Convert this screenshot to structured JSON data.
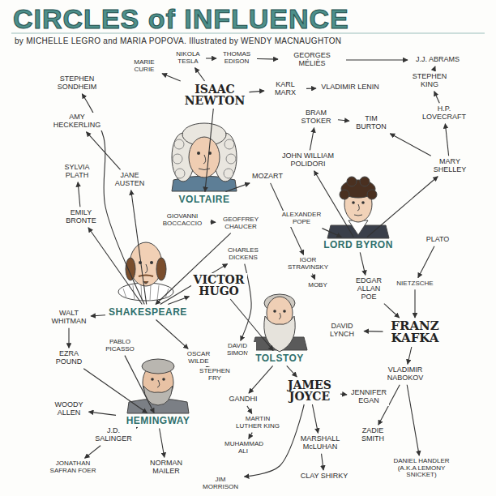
{
  "diagram": {
    "title": "CIRCLES of INFLUENCE",
    "nodes": [
      {
        "text": [
          "STEPHEN SONDHEIM"
        ]
      },
      {
        "text": [
          "MARIE CURIE"
        ]
      },
      {
        "text": [
          "NIKOLA TESLA"
        ]
      },
      {
        "text": [
          "THOMAS EDISON"
        ]
      },
      {
        "text": [
          "GEORGES MÉLIÈS"
        ]
      },
      {
        "text": [
          "J.J. ABRAMS"
        ]
      },
      {
        "text": [
          "ISAAC NEWTON"
        ]
      },
      {
        "text": [
          "KARL MARX"
        ]
      },
      {
        "text": [
          "VLADIMIR LENIN"
        ]
      },
      {
        "text": [
          "STEPHEN KING"
        ]
      },
      {
        "text": [
          "AMY HECKERLING"
        ]
      },
      {
        "text": [
          "BRAM STOKER"
        ]
      },
      {
        "text": [
          "TIM BURTON"
        ]
      },
      {
        "text": [
          "H.P. LOVECRAFT"
        ]
      },
      {
        "text": [
          "MOZART"
        ]
      },
      {
        "text": [
          "JOHN WILLIAM POLIDORI"
        ]
      },
      {
        "text": [
          "MARY SHELLEY"
        ]
      },
      {
        "text": [
          "SYLVIA PLATH"
        ]
      },
      {
        "text": [
          "JANE AUSTEN"
        ]
      },
      {
        "text": [
          "VOLTAIRE"
        ]
      },
      {
        "text": [
          "EMILY BRONTE"
        ]
      },
      {
        "text": [
          "GIOVANNI BOCCACCIO"
        ]
      },
      {
        "text": [
          "GEOFFREY CHAUCER"
        ]
      },
      {
        "text": [
          "ALEXANDER POPE"
        ]
      },
      {
        "text": [
          "LORD BYRON"
        ]
      },
      {
        "text": [
          "PLATO"
        ]
      },
      {
        "text": [
          "CHARLES DICKENS"
        ]
      },
      {
        "text": [
          "VICTOR HUGO"
        ]
      },
      {
        "text": [
          "IGOR STRAVINSKY"
        ]
      },
      {
        "text": [
          "SHAKESPEARE"
        ]
      },
      {
        "text": [
          "MOBY"
        ]
      },
      {
        "text": [
          "EDGAR ALLAN POE"
        ]
      },
      {
        "text": [
          "NIETZSCHE"
        ]
      },
      {
        "text": [
          "WALT WHITMAN"
        ]
      },
      {
        "text": [
          "DAVID LYNCH"
        ]
      },
      {
        "text": [
          "FRANZ KAFKA"
        ]
      },
      {
        "text": [
          "EZRA POUND"
        ]
      },
      {
        "text": [
          "PABLO PICASSO"
        ]
      },
      {
        "text": [
          "OSCAR WILDE"
        ]
      },
      {
        "text": [
          "DAVID SIMON"
        ]
      },
      {
        "text": [
          "TOLSTOY"
        ]
      },
      {
        "text": [
          "STEPHEN FRY"
        ]
      },
      {
        "text": [
          "VLADIMIR NABOKOV"
        ]
      },
      {
        "text": [
          "GANDHI"
        ]
      },
      {
        "text": [
          "JAMES JOYCE"
        ]
      },
      {
        "text": [
          "JENNIFER EGAN"
        ]
      },
      {
        "text": [
          "HEMINGWAY"
        ]
      },
      {
        "text": [
          "WOODY ALLEN"
        ]
      },
      {
        "text": [
          "MARTIN LUTHER KING"
        ]
      },
      {
        "text": [
          "J.D. SALINGER"
        ]
      },
      {
        "text": [
          "MUHAMMAD ALI"
        ]
      },
      {
        "text": [
          "MARSHALL McLUHAN"
        ]
      },
      {
        "text": [
          "ZADIE SMITH"
        ]
      },
      {
        "text": [
          "JONATHAN SAFRAN FOER"
        ]
      },
      {
        "text": [
          "NORMAN MAILER"
        ]
      },
      {
        "text": [
          "JIM MORRISON"
        ]
      },
      {
        "text": [
          "CLAY SHIRKY"
        ]
      },
      {
        "text": [
          "DANIEL HANDLER (A.K.A LEMONY SNICKET)"
        ]
      }
    ],
    "edges": [
      {
        "from": 6,
        "to": 1,
        "arrow": "to"
      },
      {
        "from": 6,
        "to": 2,
        "arrow": "to"
      },
      {
        "from": 2,
        "to": 3,
        "arrow": "to"
      },
      {
        "from": 3,
        "to": 4,
        "arrow": "to"
      },
      {
        "from": 4,
        "to": 5,
        "arrow": "to"
      },
      {
        "from": 6,
        "to": 7,
        "arrow": "to"
      },
      {
        "from": 7,
        "to": 8,
        "arrow": "to"
      },
      {
        "from": 9,
        "to": 5,
        "arrow": "to"
      },
      {
        "from": 13,
        "to": 9,
        "arrow": "to"
      },
      {
        "from": 16,
        "to": 13,
        "arrow": "to"
      },
      {
        "from": 16,
        "to": 12,
        "arrow": "to"
      },
      {
        "from": 11,
        "to": 12,
        "arrow": "to"
      },
      {
        "from": 15,
        "to": 11,
        "arrow": "to"
      },
      {
        "from": 24,
        "to": 15,
        "arrow": "to"
      },
      {
        "from": 24,
        "to": 16,
        "arrow": "to"
      },
      {
        "from": 23,
        "to": 24,
        "arrow": "to"
      },
      {
        "from": 25,
        "to": 32,
        "arrow": "to"
      },
      {
        "from": 6,
        "to": 19,
        "arrow": "to"
      },
      {
        "from": 19,
        "to": 14,
        "arrow": "to"
      },
      {
        "from": 29,
        "to": 0,
        "arrow": "to"
      },
      {
        "from": 18,
        "to": 10,
        "arrow": "to"
      },
      {
        "from": 29,
        "to": 18,
        "arrow": "to"
      },
      {
        "from": 20,
        "to": 17,
        "arrow": "to"
      },
      {
        "from": 29,
        "to": 20,
        "arrow": "to"
      },
      {
        "from": 21,
        "to": 22,
        "arrow": "to"
      },
      {
        "from": 22,
        "to": 29,
        "arrow": "to"
      },
      {
        "from": 29,
        "to": 27,
        "arrow": "to"
      },
      {
        "from": 29,
        "to": 26,
        "arrow": "to"
      },
      {
        "from": 26,
        "to": 39,
        "arrow": "to"
      },
      {
        "from": 27,
        "to": 40,
        "arrow": "to"
      },
      {
        "from": 29,
        "to": 33,
        "arrow": "to"
      },
      {
        "from": 33,
        "to": 36,
        "arrow": "to"
      },
      {
        "from": 36,
        "to": 46,
        "arrow": "to"
      },
      {
        "from": 37,
        "to": 46,
        "arrow": "to"
      },
      {
        "from": 46,
        "to": 47,
        "arrow": "to"
      },
      {
        "from": 46,
        "to": 49,
        "arrow": "to"
      },
      {
        "from": 49,
        "to": 53,
        "arrow": "to"
      },
      {
        "from": 46,
        "to": 54,
        "arrow": "to"
      },
      {
        "from": 29,
        "to": 38,
        "arrow": "to"
      },
      {
        "from": 38,
        "to": 41,
        "arrow": "to"
      },
      {
        "from": 40,
        "to": 43,
        "arrow": "to"
      },
      {
        "from": 43,
        "to": 48,
        "arrow": "to"
      },
      {
        "from": 48,
        "to": 50,
        "arrow": "to"
      },
      {
        "from": 40,
        "to": 44,
        "arrow": "to"
      },
      {
        "from": 44,
        "to": 51,
        "arrow": "to"
      },
      {
        "from": 51,
        "to": 56,
        "arrow": "to"
      },
      {
        "from": 44,
        "to": 55,
        "arrow": "to"
      },
      {
        "from": 44,
        "to": 45,
        "arrow": "to"
      },
      {
        "from": 31,
        "to": 35,
        "arrow": "to"
      },
      {
        "from": 32,
        "to": 35,
        "arrow": "to"
      },
      {
        "from": 35,
        "to": 34,
        "arrow": "to"
      },
      {
        "from": 35,
        "to": 42,
        "arrow": "to"
      },
      {
        "from": 42,
        "to": 52,
        "arrow": "to"
      },
      {
        "from": 42,
        "to": 57,
        "arrow": "to"
      },
      {
        "from": 24,
        "to": 31,
        "arrow": "to"
      },
      {
        "from": 14,
        "to": 28,
        "arrow": "to"
      },
      {
        "from": 28,
        "to": 30,
        "arrow": "to"
      }
    ],
    "labels": [
      "by MICHELLE LEGRO and MARIA POPOVA. Illustrated by WENDY MACNAUGHTON"
    ]
  }
}
